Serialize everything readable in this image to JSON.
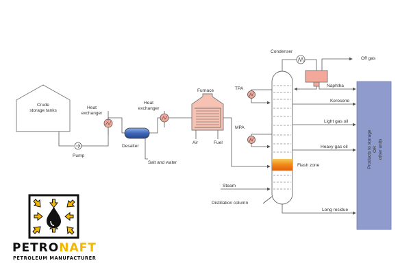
{
  "diagram": {
    "labels": {
      "crude_storage": "Crude\nstorage tanks",
      "pump": "Pump",
      "heat_exchanger_1": "Heat\nexchanger",
      "heat_exchanger_2": "Heat\nexchanger",
      "desalter": "Desalter",
      "salt_water": "Salt and water",
      "furnace": "Furnace",
      "air": "Air",
      "fuel": "Fuel",
      "condenser": "Condenser",
      "off_gas": "Off gas",
      "tpa": "TPA",
      "mpa": "MPA",
      "naphtha": "Naphtha",
      "kerosene": "Kerosene",
      "light_gas_oil": "Light gas oil",
      "heavy_gas_oil": "Heavy gas oil",
      "flash_zone": "Flash zone",
      "steam": "Steam",
      "distillation_column": "Distillation column",
      "long_residue": "Long residue",
      "products_storage": "Products to storage\nOR\nother units"
    },
    "colors": {
      "line": "#555555",
      "column": "#ffffff",
      "flash_zone": "#f29a1d",
      "storage_box": "#8e9bcc",
      "desalter": "#5b7fc4",
      "heat_exchanger": "#f4a89a",
      "furnace": "#f4b8a8"
    }
  },
  "logo": {
    "brand_part1": "PETRO",
    "brand_part2": "NAFT",
    "tagline": "PETROLEUM MANUFACTURER",
    "colors": {
      "primary": "#111111",
      "accent": "#f2b705"
    }
  }
}
